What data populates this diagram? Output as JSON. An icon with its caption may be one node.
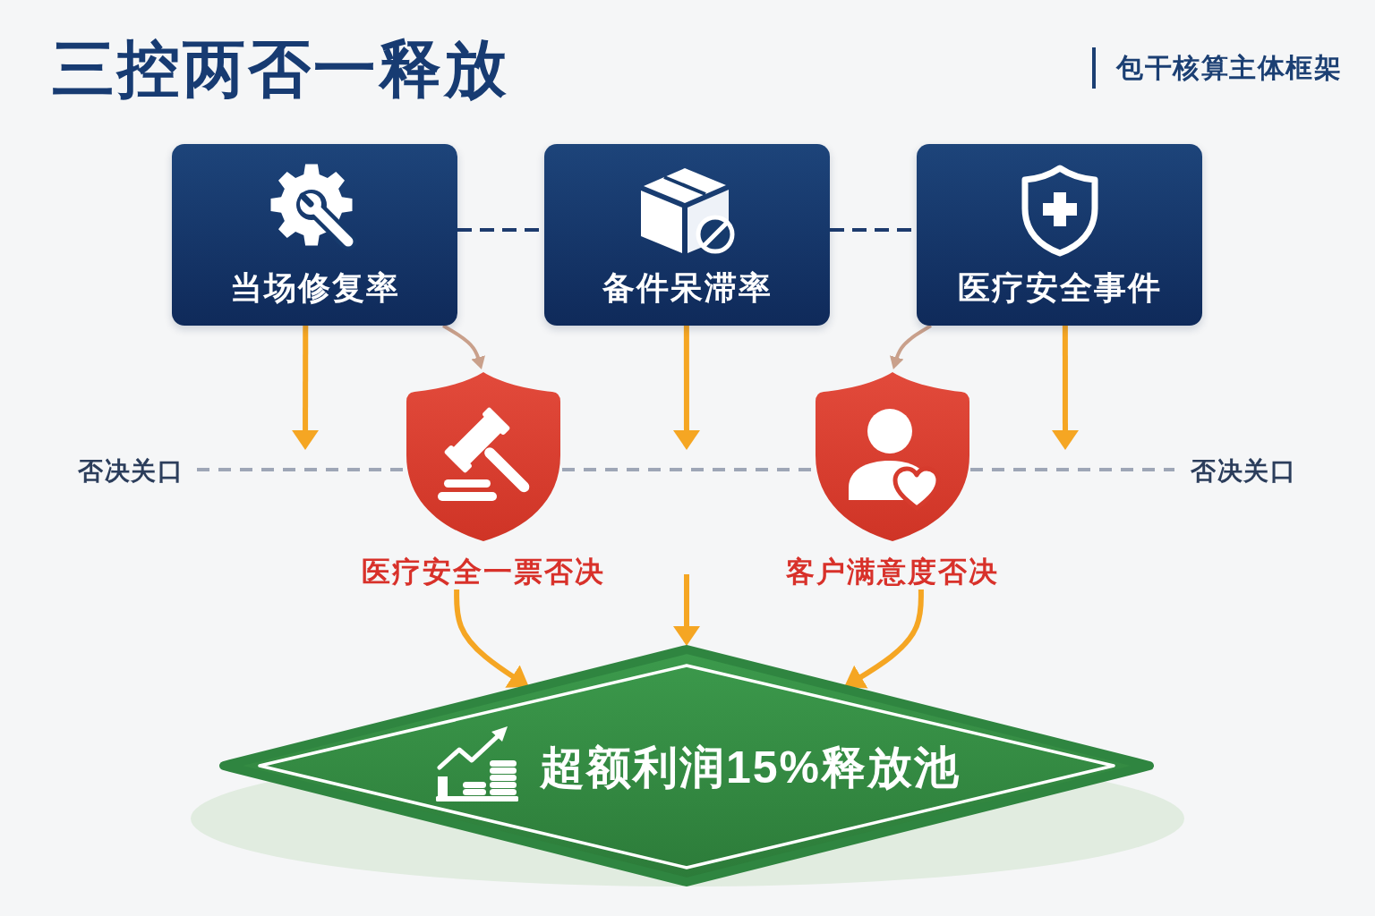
{
  "diagram": {
    "title": "三控两否一释放",
    "nodes": [
      {
        "text": [
          "当场修复率"
        ]
      },
      {
        "text": [
          "备件呆滞率"
        ]
      },
      {
        "text": [
          "医疗安全事件"
        ]
      },
      {
        "text": [
          "医疗安全一票否决"
        ]
      },
      {
        "text": [
          "客户满意度否决"
        ]
      },
      {
        "text": [
          "超额利润15%释放池"
        ]
      }
    ],
    "edges": [
      {
        "from": 0,
        "to": 1,
        "arrow": "none",
        "style": "dashed",
        "color": "#1d3b6d"
      },
      {
        "from": 1,
        "to": 2,
        "arrow": "none",
        "style": "dashed",
        "color": "#1d3b6d"
      },
      {
        "from": 0,
        "to": null,
        "arrow": "to"
      },
      {
        "from": 1,
        "to": null,
        "arrow": "to"
      },
      {
        "from": 2,
        "to": null,
        "arrow": "to"
      },
      {
        "from": 0,
        "to": 3,
        "arrow": "to",
        "color": "#c9a08b"
      },
      {
        "from": 2,
        "to": 4,
        "arrow": "to",
        "color": "#c9a08b"
      },
      {
        "from": 3,
        "to": 5,
        "arrow": "to"
      },
      {
        "from": null,
        "to": 5,
        "arrow": "to"
      },
      {
        "from": 4,
        "to": 5,
        "arrow": "to"
      }
    ],
    "labels": [
      "包干核算主体框架",
      "否决关口",
      "否决关口"
    ]
  }
}
